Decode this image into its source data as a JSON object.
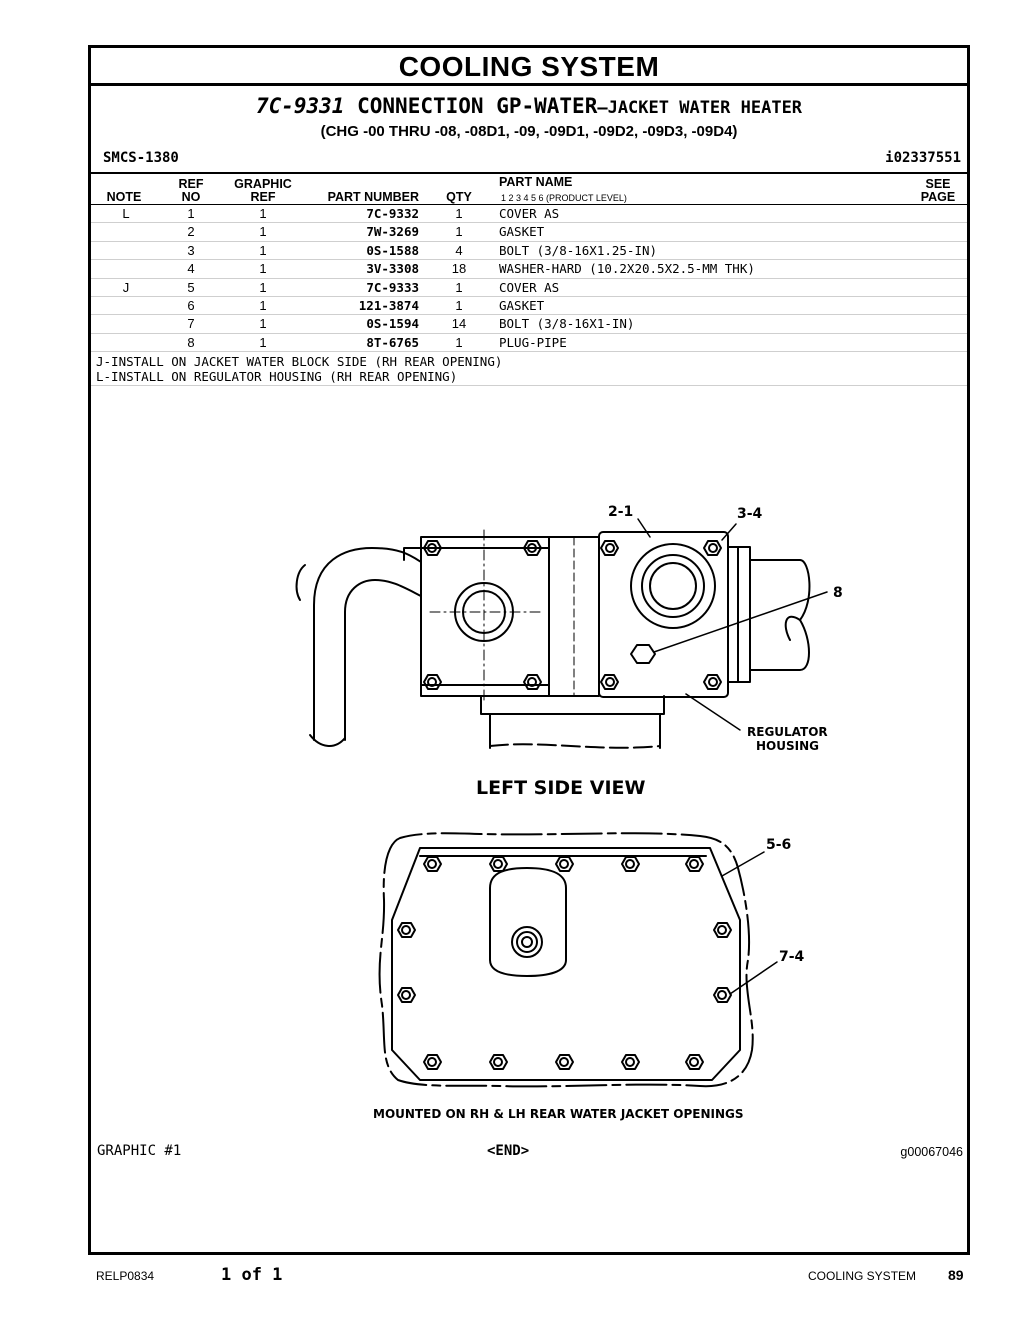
{
  "header": {
    "section_title": "COOLING SYSTEM",
    "part_number": "7C-9331",
    "group_name": "CONNECTION GP-WATER",
    "group_suffix": "–JACKET WATER HEATER",
    "serial_range": "(CHG -00 THRU -08, -08D1, -09, -09D1, -09D2, -09D3, -09D4)",
    "smcs": "SMCS-1380",
    "info_id": "i02337551"
  },
  "table": {
    "headers": {
      "note": "NOTE",
      "ref_top": "REF",
      "ref_bottom": "NO",
      "graphic_top": "GRAPHIC",
      "graphic_bottom": "REF",
      "part_number": "PART NUMBER",
      "qty": "QTY",
      "part_name": "PART NAME",
      "product_levels": "1   2   3   4   5   6   (PRODUCT LEVEL)",
      "see_top": "SEE",
      "see_bottom": "PAGE"
    },
    "rows": [
      {
        "note": "L",
        "ref": "1",
        "graphic": "1",
        "part_number": "7C-9332",
        "qty": "1",
        "name": "COVER AS"
      },
      {
        "note": "",
        "ref": "2",
        "graphic": "1",
        "part_number": "7W-3269",
        "qty": "1",
        "name": "GASKET"
      },
      {
        "note": "",
        "ref": "3",
        "graphic": "1",
        "part_number": "0S-1588",
        "qty": "4",
        "name": "BOLT (3/8-16X1.25-IN)"
      },
      {
        "note": "",
        "ref": "4",
        "graphic": "1",
        "part_number": "3V-3308",
        "qty": "18",
        "name": "WASHER-HARD (10.2X20.5X2.5-MM THK)"
      },
      {
        "note": "J",
        "ref": "5",
        "graphic": "1",
        "part_number": "7C-9333",
        "qty": "1",
        "name": "COVER AS"
      },
      {
        "note": "",
        "ref": "6",
        "graphic": "1",
        "part_number": "121-3874",
        "qty": "1",
        "name": "GASKET"
      },
      {
        "note": "",
        "ref": "7",
        "graphic": "1",
        "part_number": "0S-1594",
        "qty": "14",
        "name": "BOLT (3/8-16X1-IN)"
      },
      {
        "note": "",
        "ref": "8",
        "graphic": "1",
        "part_number": "8T-6765",
        "qty": "1",
        "name": "PLUG-PIPE"
      }
    ],
    "notes": [
      "J-INSTALL ON JACKET WATER BLOCK SIDE (RH REAR OPENING)",
      "L-INSTALL ON REGULATOR HOUSING (RH REAR OPENING)"
    ]
  },
  "graphic": {
    "callouts": {
      "c21": "2-1",
      "c34": "3-4",
      "c8": "8",
      "reg1": "REGULATOR",
      "reg2": "HOUSING",
      "c56": "5-6",
      "c74": "7-4"
    },
    "view1_caption": "LEFT SIDE VIEW",
    "view2_caption": "MOUNTED ON RH & LH REAR WATER JACKET OPENINGS",
    "label": "GRAPHIC #1",
    "end": "<END>",
    "graphic_id": "g00067046"
  },
  "footer": {
    "doc_id": "RELP0834",
    "page_of": "1 of 1",
    "section": "COOLING SYSTEM",
    "page_number": "89"
  }
}
